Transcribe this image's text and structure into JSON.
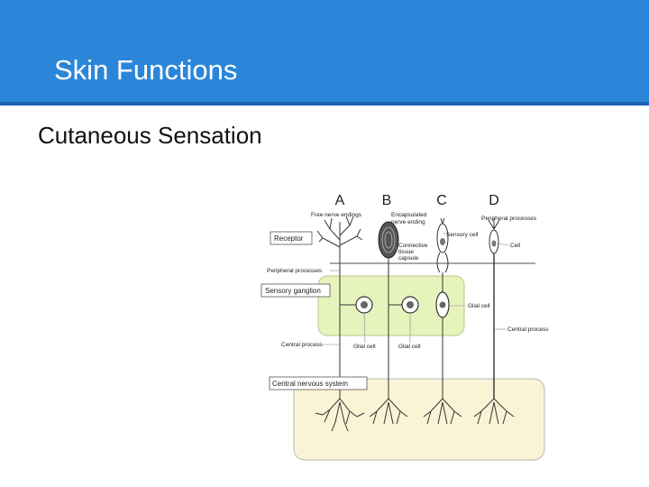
{
  "slide": {
    "title": "Skin Functions",
    "subtitle": "Cutaneous Sensation"
  },
  "figure": {
    "columns": [
      "A",
      "B",
      "C",
      "D"
    ],
    "labels": {
      "free_nerve_endings": "Free nerve endings",
      "encapsulated_line1": "Encapsulated",
      "encapsulated_line2": "nerve ending",
      "peripheral_processes_top": "Peripheral processes",
      "receptor": "Receptor",
      "connective_line1": "Connective",
      "connective_line2": "tissue",
      "connective_line3": "capsule",
      "sensory_cell": "Sensory cell",
      "cell": "Cell",
      "peripheral_processes_left": "Peripheral processes",
      "sensory_ganglion": "Sensory ganglion",
      "glial_cell_right": "Glial cell",
      "central_process_right": "Central process",
      "central_process_left": "Central process",
      "glial_cell_a": "Glial cell",
      "glial_cell_b": "Glial cell",
      "central_nervous_system": "Central nervous system"
    },
    "colors": {
      "ganglion_fill": "#e7f3bc",
      "cns_fill": "#fbf3d6",
      "header": "#2b86d9"
    }
  }
}
